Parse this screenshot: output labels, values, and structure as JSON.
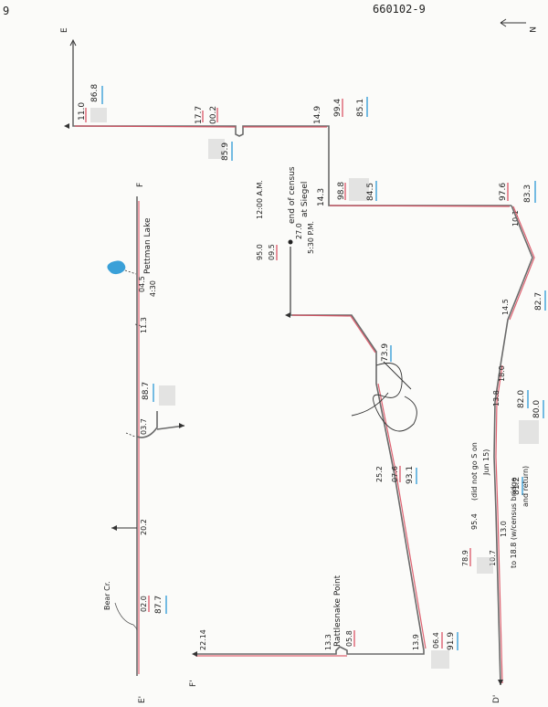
{
  "header": {
    "doc_id": "660102-9",
    "page_mark": "9",
    "north_label": "N"
  },
  "points": {
    "E": "E",
    "E_prime": "E'",
    "F": "F",
    "F_prime": "F'",
    "D_prime": "D'"
  },
  "route_E": {
    "n1": "11.0",
    "n2": "86.8",
    "n3": "17.7",
    "n4": "00.2",
    "n5": "85.9",
    "n6": "14.9",
    "n7": "99.4",
    "n8": "85.1",
    "n9": "14.3",
    "n10": "98.8",
    "n11": "84.5",
    "n12": "97.6",
    "n13": "83.3",
    "n14": "10.1"
  },
  "route_F": {
    "n1": "04.5",
    "n2": "4:30",
    "n3": "Pettman Lake",
    "n4": "11.3",
    "n5": "03.7",
    "n6": "88.7",
    "n7": "20.2",
    "n8": "02.0",
    "n9": "87.7",
    "n10": "Bear Cr."
  },
  "route_loop": {
    "n1": "95.0",
    "n2": "09.5",
    "n3": "12:00 A.M.",
    "n4": "27.0",
    "n5": "5:30 P.M.",
    "n6": "end of census",
    "n7": "at Siegel",
    "n8": "73.9",
    "n9": "25.2",
    "n10": "07.6",
    "n11": "93.1",
    "n12": "Rattlesnake Point",
    "n13": "05.8",
    "n14": "13.3",
    "n15": "13.9",
    "n16": "06.4",
    "n17": "91.9",
    "n18": "22.14"
  },
  "route_D": {
    "n1": "14.5",
    "n2": "82.7",
    "n3": "18.0",
    "n4": "13.8",
    "n5": "82.0",
    "n6": "80.0",
    "n7": "95.4",
    "n8": "(did not go S on",
    "n9": "Jun 15)",
    "n10": "81.2",
    "n11": "10.7",
    "n12": "78.9",
    "n13": "13.0",
    "n14": "to 18.8 (w/census bridge",
    "n15": "and return)"
  }
}
